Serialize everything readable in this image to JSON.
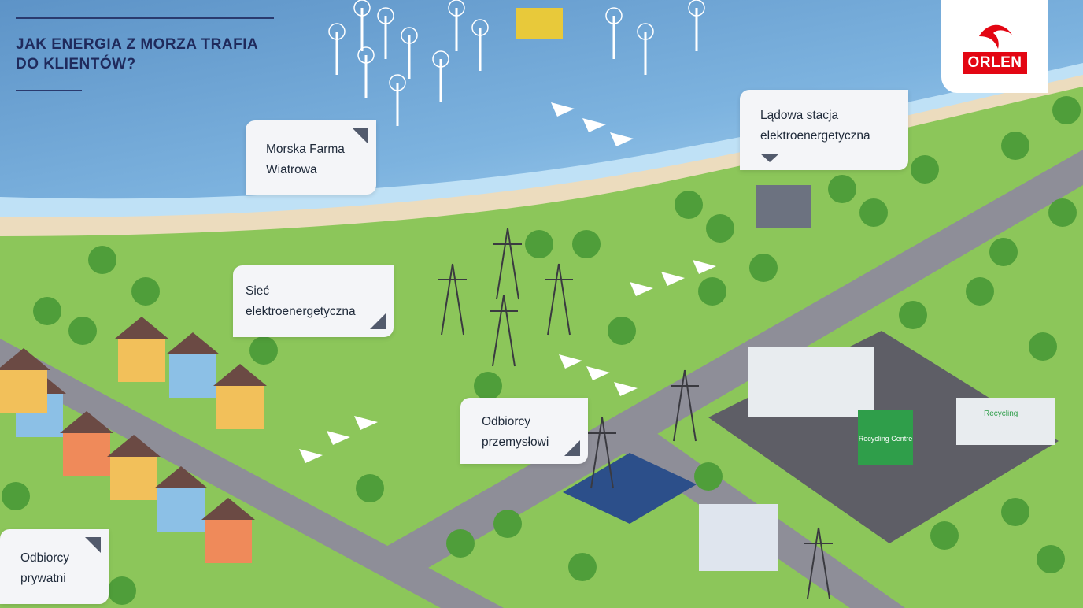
{
  "header": {
    "title_line1": "JAK ENERGIA Z MORZA TRAFIA",
    "title_line2": "DO KLIENTÓW?"
  },
  "logo": {
    "text": "ORLEN",
    "color": "#e30613"
  },
  "labels": {
    "offshore_farm": {
      "line1": "Morska Farma",
      "line2": "Wiatrowa"
    },
    "onshore_station": {
      "line1": "Lądowa stacja",
      "line2": "elektroenergetyczna"
    },
    "grid": {
      "line1": "Sieć",
      "line2": "elektroenergetyczna"
    },
    "industrial": {
      "line1": "Odbiorcy",
      "line2": "przemysłowi"
    },
    "private": {
      "line1": "Odbiorcy",
      "line2": "prywatni"
    }
  },
  "scene": {
    "recycling_sign": "Recycling Centre",
    "recycling_roof": "Recycling"
  },
  "colors": {
    "sea": "#6fa8d6",
    "land": "#8cc65a",
    "sand": "#efe0c4",
    "road": "#8e8e98",
    "text": "#1f2a5c"
  }
}
